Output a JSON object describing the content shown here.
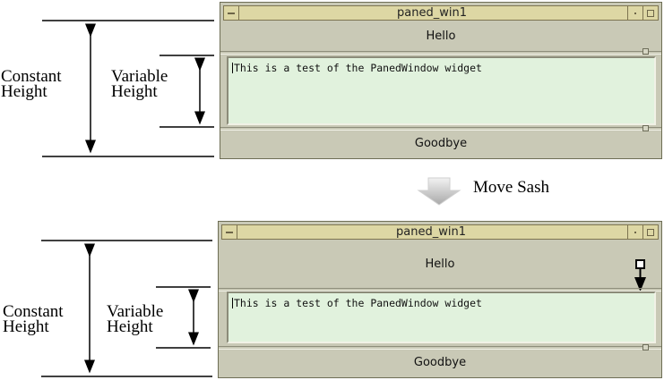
{
  "top": {
    "annotation": {
      "constant": [
        "Constant",
        "Height"
      ],
      "variable": [
        "Variable",
        "Height"
      ]
    },
    "window": {
      "title": "paned_win1",
      "pane_top_label": "Hello",
      "text_content": "This is a test of the PanedWindow widget",
      "pane_bottom_label": "Goodbye"
    }
  },
  "transition": {
    "label": "Move Sash"
  },
  "bottom": {
    "annotation": {
      "constant": [
        "Constant",
        "Height"
      ],
      "variable": [
        "Variable",
        "Height"
      ]
    },
    "window": {
      "title": "paned_win1",
      "pane_top_label": "Hello",
      "text_content": "This is a test of the PanedWindow widget",
      "pane_bottom_label": "Goodbye"
    }
  },
  "colors": {
    "window_bg": "#c9c9b6",
    "titlebar_bg": "#ddd7a4",
    "text_bg": "#e1f2dd"
  },
  "icons": [
    "window-menu-icon",
    "minimize-icon",
    "maximize-icon",
    "sash-grip-icon",
    "drag-cursor-icon",
    "down-arrow-icon"
  ]
}
